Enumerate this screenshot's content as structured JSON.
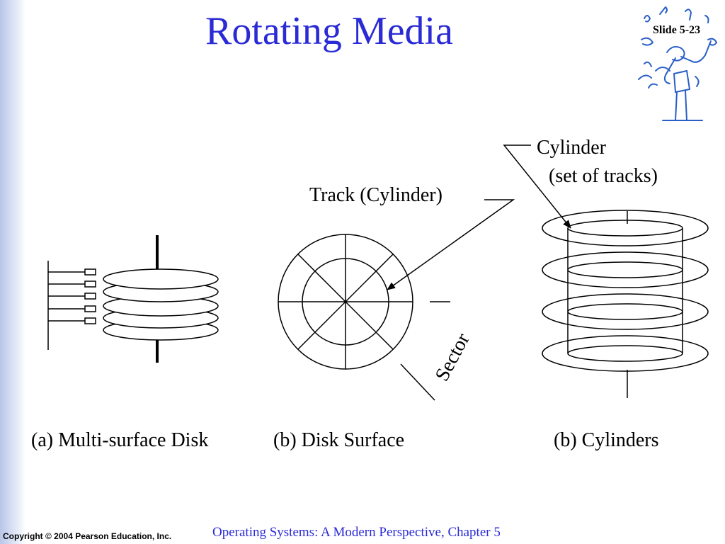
{
  "slide": {
    "title": "Rotating Media",
    "slide_number": "Slide 5-23",
    "footer": "Operating Systems: A Modern Perspective, Chapter 5",
    "copyright": "Copyright © 2004 Pearson Education, Inc.",
    "logo_icon": "musician-conductor-icon"
  },
  "diagram": {
    "labels": {
      "cylinder": "Cylinder",
      "set_of_tracks": "(set of tracks)",
      "track": "Track (Cylinder)",
      "sector": "Sector"
    },
    "captions": {
      "multi_surface": "(a) Multi-surface Disk",
      "disk_surface": "(b) Disk Surface",
      "cylinders": "(b) Cylinders"
    }
  },
  "colors": {
    "title": "#2a2ad6",
    "footer": "#2a2ad6",
    "side_bar": "#c8d2ee",
    "logo": "#2a5fc8"
  }
}
